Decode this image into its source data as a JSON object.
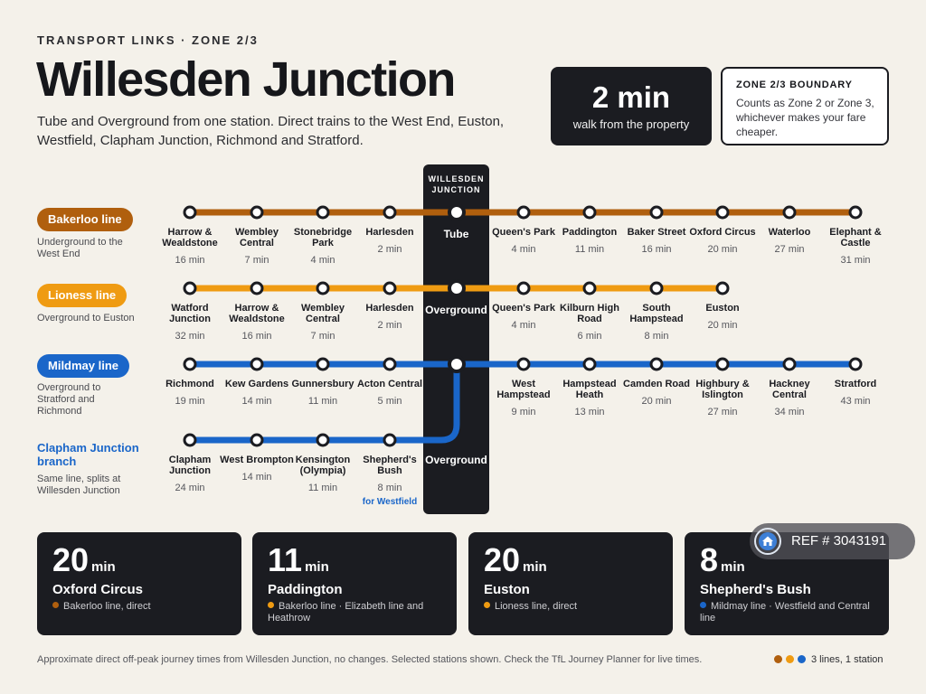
{
  "header": {
    "kicker": "TRANSPORT LINKS · ZONE 2/3",
    "title": "Willesden Junction",
    "subtitle": "Tube and Overground from one station. Direct trains to the West End, Euston, Westfield, Clapham Junction, Richmond and Stratford."
  },
  "walk": {
    "value": "2 min",
    "label": "walk from the property"
  },
  "zone": {
    "title": "ZONE 2/3 BOUNDARY",
    "text": "Counts as Zone 2 or Zone 3, whichever makes your fare cheaper."
  },
  "hub": {
    "name": "WILLESDEN JUNCTION",
    "label_bakerloo": "Tube",
    "label_lioness": "Overground",
    "label_mildmay": "",
    "label_branch": "Overground"
  },
  "colors": {
    "bakerloo": "#b05f0e",
    "lioness": "#ef9b12",
    "mildmay": "#1a66c9",
    "dark": "#1b1c21",
    "background": "#f4f1ea"
  },
  "lines": [
    {
      "name": "Bakerloo line",
      "sub": "Underground to the West End",
      "color": "#b05f0e",
      "stations": [
        {
          "name": "Harrow & Wealdstone",
          "time": "16 min"
        },
        {
          "name": "Wembley Central",
          "time": "7 min"
        },
        {
          "name": "Stonebridge Park",
          "time": "4 min"
        },
        {
          "name": "Harlesden",
          "time": "2 min"
        },
        {
          "name": "Queen's Park",
          "time": "4 min"
        },
        {
          "name": "Paddington",
          "time": "11 min"
        },
        {
          "name": "Baker Street",
          "time": "16 min"
        },
        {
          "name": "Oxford Circus",
          "time": "20 min"
        },
        {
          "name": "Waterloo",
          "time": "27 min"
        },
        {
          "name": "Elephant & Castle",
          "time": "31 min"
        }
      ]
    },
    {
      "name": "Lioness line",
      "sub": "Overground to Euston",
      "color": "#ef9b12",
      "stations": [
        {
          "name": "Watford Junction",
          "time": "32 min"
        },
        {
          "name": "Harrow & Wealdstone",
          "time": "16 min"
        },
        {
          "name": "Wembley Central",
          "time": "7 min"
        },
        {
          "name": "Harlesden",
          "time": "2 min"
        },
        {
          "name": "Queen's Park",
          "time": "4 min"
        },
        {
          "name": "Kilburn High Road",
          "time": "6 min"
        },
        {
          "name": "South Hampstead",
          "time": "8 min"
        },
        {
          "name": "Euston",
          "time": "20 min"
        }
      ]
    },
    {
      "name": "Mildmay line",
      "sub": "Overground to Stratford and Richmond",
      "color": "#1a66c9",
      "stations": [
        {
          "name": "Richmond",
          "time": "19 min"
        },
        {
          "name": "Kew Gardens",
          "time": "14 min"
        },
        {
          "name": "Gunnersbury",
          "time": "11 min"
        },
        {
          "name": "Acton Central",
          "time": "5 min"
        },
        {
          "name": "West Hampstead",
          "time": "9 min"
        },
        {
          "name": "Hampstead Heath",
          "time": "13 min"
        },
        {
          "name": "Camden Road",
          "time": "20 min"
        },
        {
          "name": "Highbury & Islington",
          "time": "27 min"
        },
        {
          "name": "Hackney Central",
          "time": "34 min"
        },
        {
          "name": "Stratford",
          "time": "43 min"
        }
      ]
    }
  ],
  "branch": {
    "title": "Clapham Junction branch",
    "sub": "Same line, splits at Willesden Junction",
    "note": "for Westfield",
    "stations": [
      {
        "name": "Clapham Junction",
        "time": "24 min"
      },
      {
        "name": "West Brompton",
        "time": "14 min"
      },
      {
        "name": "Kensington (Olympia)",
        "time": "11 min"
      },
      {
        "name": "Shepherd's Bush",
        "time": "8 min"
      }
    ]
  },
  "cards": [
    {
      "value": "20",
      "unit": "min",
      "dest": "Oxford Circus",
      "line": "Bakerloo line, direct",
      "dot": "#b05f0e"
    },
    {
      "value": "11",
      "unit": "min",
      "dest": "Paddington",
      "line": "Bakerloo line · Elizabeth line and Heathrow",
      "dot": "#ef9b12"
    },
    {
      "value": "20",
      "unit": "min",
      "dest": "Euston",
      "line": "Lioness line, direct",
      "dot": "#ef9b12"
    },
    {
      "value": "8",
      "unit": "min",
      "dest": "Shepherd's Bush",
      "line": "Mildmay line · Westfield and Central line",
      "dot": "#1a66c9"
    }
  ],
  "ref": {
    "text": "REF # 3043191",
    "icon": "home-icon"
  },
  "footer": {
    "note": "Approximate direct off-peak journey times from Willesden Junction, no changes. Selected stations shown. Check the TfL Journey Planner for live times.",
    "legend": "3 lines, 1 station"
  }
}
